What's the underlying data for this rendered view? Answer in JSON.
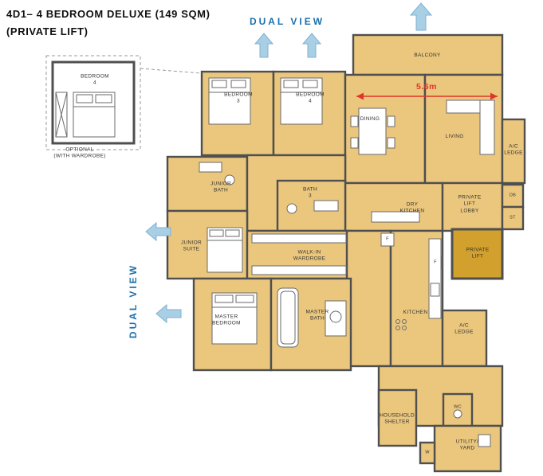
{
  "title": {
    "line1": "4D1– 4 BEDROOM DELUXE (149 SQM)",
    "line2": "(PRIVATE LIFT)"
  },
  "annotations": {
    "dual_view_top": "DUAL VIEW",
    "dual_view_left": "DUAL VIEW",
    "dimension_label": "5.6m",
    "optional_note": "OPTIONAL\n(WITH WARDROBE)",
    "optional_room": "BEDROOM\n4"
  },
  "rooms": {
    "balcony": "BALCONY",
    "bedroom3": "BEDROOM\n3",
    "bedroom4": "BEDROOM\n4",
    "dining": "DINING",
    "living": "LIVING",
    "ac_ledge_right": "A/C\nLEDGE",
    "junior_bath": "JUNIOR\nBATH",
    "bath3": "BATH\n3",
    "dry_kitchen": "DRY\nKITCHEN",
    "private_lift_lobby": "PRIVATE\nLIFT\nLOBBY",
    "db": "DB",
    "st": "ST",
    "junior_suite": "JUNIOR\nSUITE",
    "walk_in_wardrobe": "WALK-IN\nWARDROBE",
    "private_lift": "PRIVATE\nLIFT",
    "master_bedroom": "MASTER\nBEDROOM",
    "master_bath": "MASTER\nBATH",
    "kitchen": "KITCHEN",
    "ac_ledge_kitchen": "A/C\nLEDGE",
    "f1": "F",
    "f2": "F",
    "household_shelter": "HOUSEHOLD\nSHELTER",
    "wc": "WC",
    "utility_yard": "UTILITY/\nYARD",
    "w": "W"
  },
  "colors": {
    "floor": "#EBC77D",
    "wall": "#4F4F4F",
    "lift": "#D2A02C",
    "arrow": "#A9CFE5",
    "arrow_stroke": "#7FB2D4",
    "blue": "#1A6FAD",
    "red": "#E0352B",
    "label": "#333333",
    "bg": "#FFFFFF"
  }
}
